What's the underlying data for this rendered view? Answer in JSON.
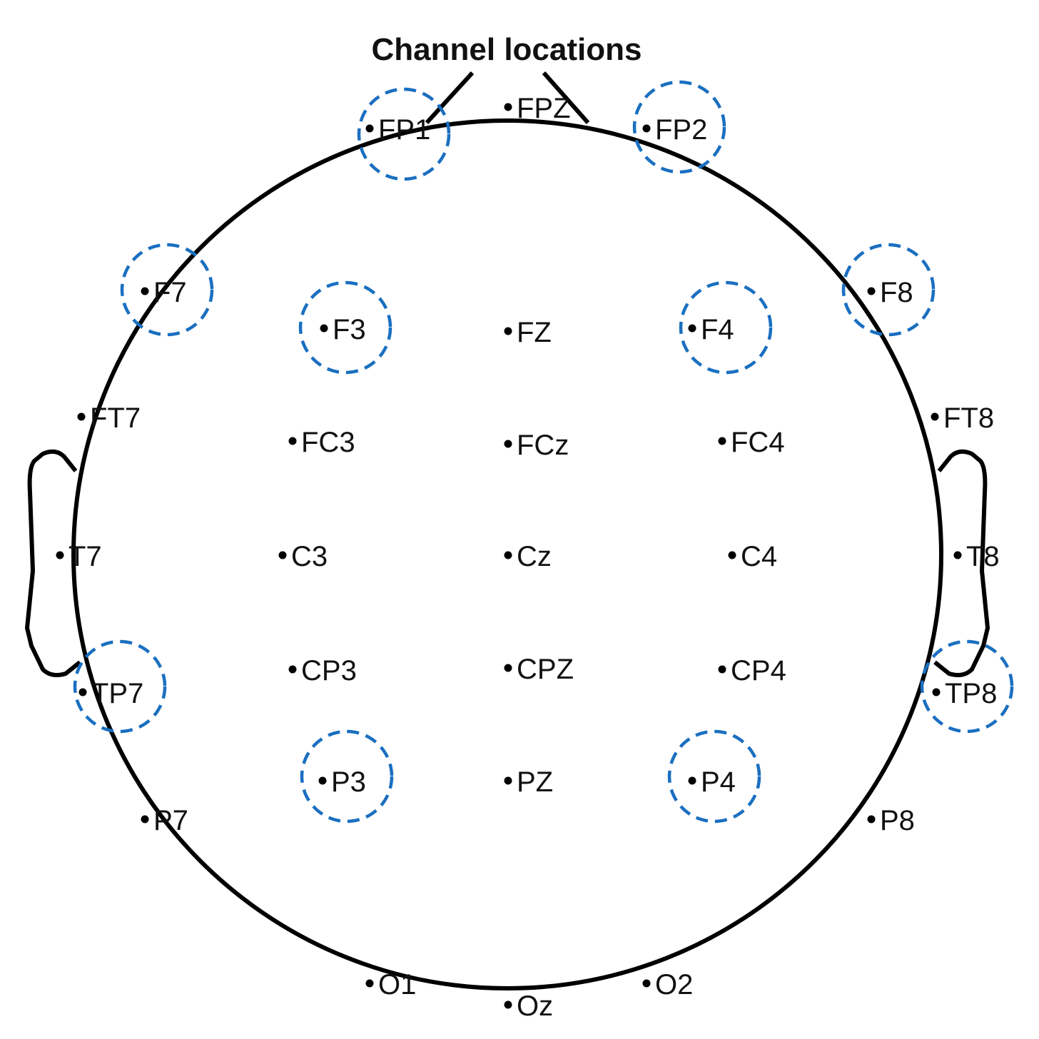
{
  "title": "Channel locations",
  "colors": {
    "outline": "#000000",
    "highlight": "#1a6fc0",
    "text": "#111111"
  },
  "channels": [
    {
      "label": "FPZ"
    },
    {
      "label": "FP1",
      "highlighted": true
    },
    {
      "label": "FP2",
      "highlighted": true
    },
    {
      "label": "F7",
      "highlighted": true
    },
    {
      "label": "F3",
      "highlighted": true
    },
    {
      "label": "FZ"
    },
    {
      "label": "F4",
      "highlighted": true
    },
    {
      "label": "F8",
      "highlighted": true
    },
    {
      "label": "FT7"
    },
    {
      "label": "FC3"
    },
    {
      "label": "FCz"
    },
    {
      "label": "FC4"
    },
    {
      "label": "FT8"
    },
    {
      "label": "T7"
    },
    {
      "label": "C3"
    },
    {
      "label": "Cz"
    },
    {
      "label": "C4"
    },
    {
      "label": "T8"
    },
    {
      "label": "TP7",
      "highlighted": true
    },
    {
      "label": "CP3"
    },
    {
      "label": "CPZ"
    },
    {
      "label": "CP4"
    },
    {
      "label": "TP8",
      "highlighted": true
    },
    {
      "label": "P3",
      "highlighted": true
    },
    {
      "label": "PZ"
    },
    {
      "label": "P4",
      "highlighted": true
    },
    {
      "label": "P7"
    },
    {
      "label": "P8"
    },
    {
      "label": "O1"
    },
    {
      "label": "Oz"
    },
    {
      "label": "O2"
    }
  ]
}
